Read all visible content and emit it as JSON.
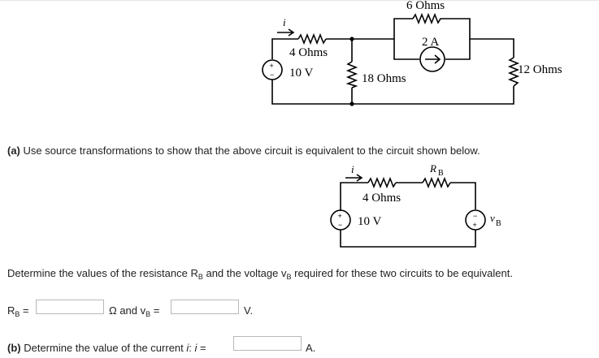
{
  "circuit1": {
    "resistor_top": "6 Ohms",
    "current_source": "2 A",
    "resistor_left": "4 Ohms",
    "source_voltage": "10 V",
    "resistor_mid": "18 Ohms",
    "resistor_right": "12 Ohms",
    "current_symbol": "i",
    "plus_sign": "+",
    "minus_sign": "−"
  },
  "part_a": {
    "label": "(a)",
    "text": "Use source transformations to show that the above circuit is equivalent to the circuit shown below."
  },
  "circuit2": {
    "current_symbol": "i",
    "rb_main": "R",
    "rb_sub": "B",
    "resistor": "4 Ohms",
    "source_voltage": "10 V",
    "vb_main": "v",
    "vb_sub": "B",
    "plus_sign": "+",
    "minus_sign": "−"
  },
  "question": {
    "pre": "Determine the values of the resistance R",
    "r_sub": "B",
    "mid": " and the voltage v",
    "v_sub": "B",
    "post": " required for these two circuits to be equivalent."
  },
  "answers": {
    "rb_main": "R",
    "rb_sub": "B",
    "eq": " =",
    "ohm_and": "Ω and v",
    "vb_sub": "B",
    "v_unit": "V.",
    "rb_value": "",
    "vb_value": ""
  },
  "part_b": {
    "label": "(b)",
    "text": " Determine the value of the current ",
    "i_sym": "i",
    "colon": ": ",
    "i_sym2": "i",
    "eq": " =",
    "unit": "A.",
    "i_value": ""
  }
}
